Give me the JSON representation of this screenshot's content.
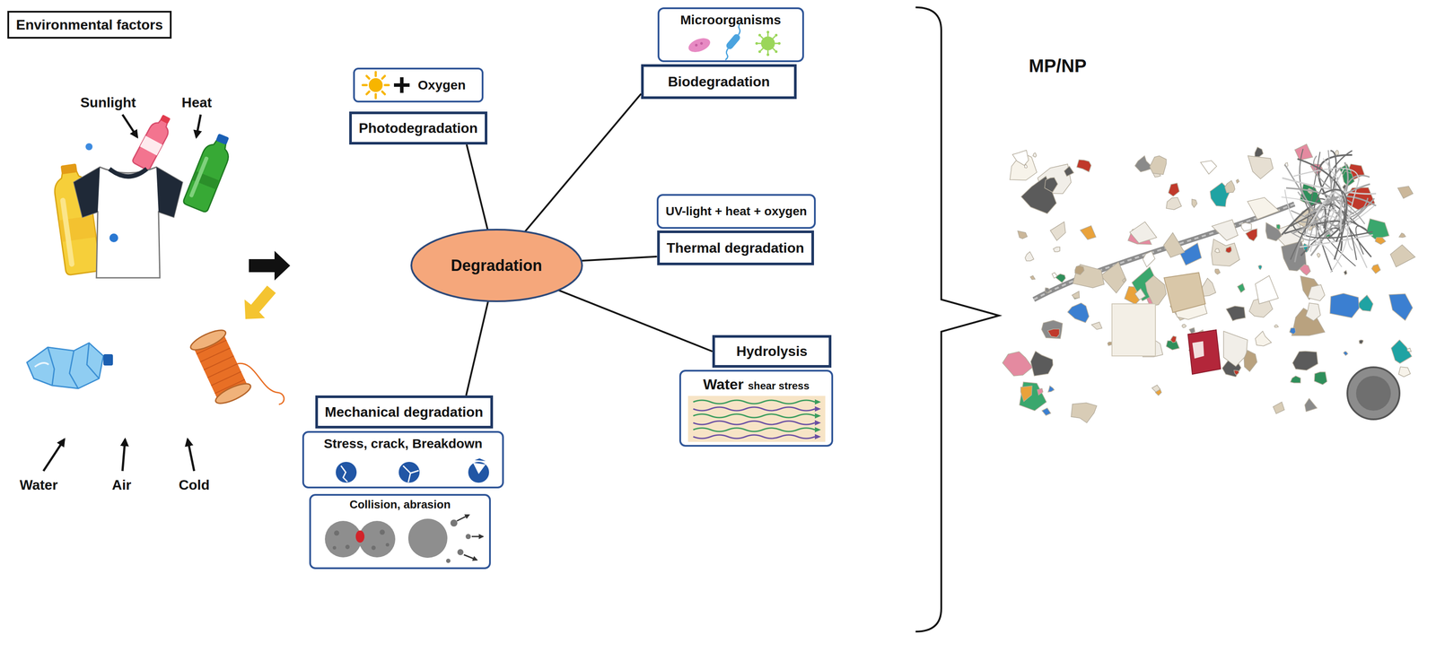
{
  "diagram": {
    "nodes": [
      {
        "text": [
          "Environmental factors"
        ]
      },
      {
        "text": [
          "Oxygen"
        ]
      },
      {
        "text": [
          "Photodegradation"
        ]
      },
      {
        "text": [
          "Microorganisms"
        ]
      },
      {
        "text": [
          "Biodegradation"
        ]
      },
      {
        "text": [
          "Degradation"
        ]
      },
      {
        "text": [
          "UV-light + heat + oxygen"
        ]
      },
      {
        "text": [
          "Thermal degradation"
        ]
      },
      {
        "text": [
          "Hydrolysis"
        ]
      },
      {
        "text": [
          "Water",
          "shear stress"
        ]
      },
      {
        "text": [
          "Mechanical degradation"
        ]
      },
      {
        "text": [
          "Stress, crack, Breakdown"
        ]
      },
      {
        "text": [
          "Collision, abrasion"
        ]
      }
    ],
    "edges": [
      {
        "from": 5,
        "to": 2,
        "arrow": "none"
      },
      {
        "from": 5,
        "to": 4,
        "arrow": "none"
      },
      {
        "from": 5,
        "to": 7,
        "arrow": "none"
      },
      {
        "from": 5,
        "to": 8,
        "arrow": "none"
      },
      {
        "from": 5,
        "to": 10,
        "arrow": "none"
      }
    ],
    "labels": [
      "Sunlight",
      "Heat",
      "Water",
      "Air",
      "Cold",
      "MP/NP"
    ]
  }
}
